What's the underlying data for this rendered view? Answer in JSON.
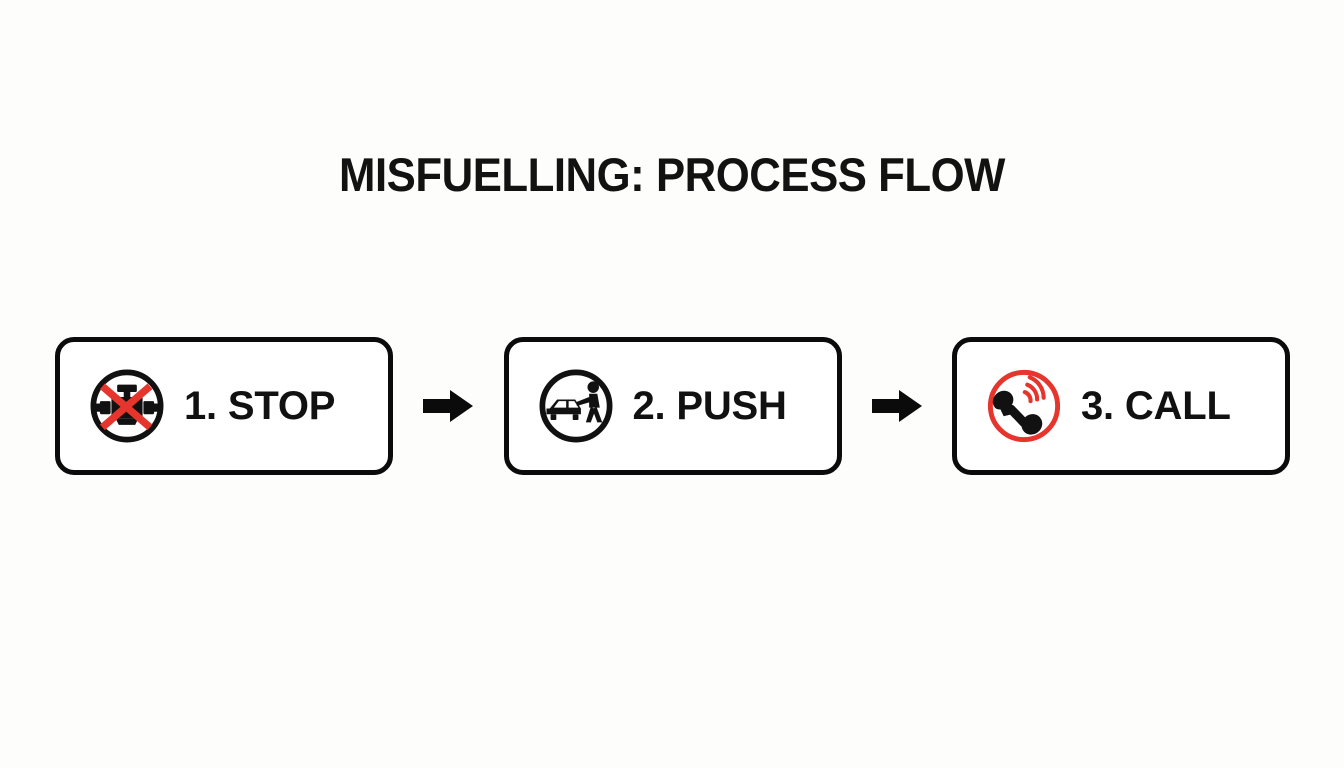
{
  "page": {
    "title": "MISFUELLING: PROCESS FLOW",
    "background_color": "#fdfdfc"
  },
  "colors": {
    "ink": "#111111",
    "border": "#0b0b0b",
    "red": "#e5352c",
    "card_fill": "#ffffff"
  },
  "flow": {
    "steps": [
      {
        "id": "step-stop",
        "label": "1. STOP",
        "icon_name": "engine-crossed-out-icon",
        "icon_ring_color": "#111111",
        "icon_mark_color": "#e5352c"
      },
      {
        "id": "step-push",
        "label": "2. PUSH",
        "icon_name": "person-pushing-car-icon",
        "icon_ring_color": "#111111",
        "icon_mark_color": "#111111"
      },
      {
        "id": "step-call",
        "label": "3. CALL",
        "icon_name": "phone-ringing-icon",
        "icon_ring_color": "#e5352c",
        "icon_mark_color": "#e5352c"
      }
    ],
    "connectors": [
      {
        "id": "connector-1",
        "icon_name": "arrow-right-icon"
      },
      {
        "id": "connector-2",
        "icon_name": "arrow-right-icon"
      }
    ]
  }
}
